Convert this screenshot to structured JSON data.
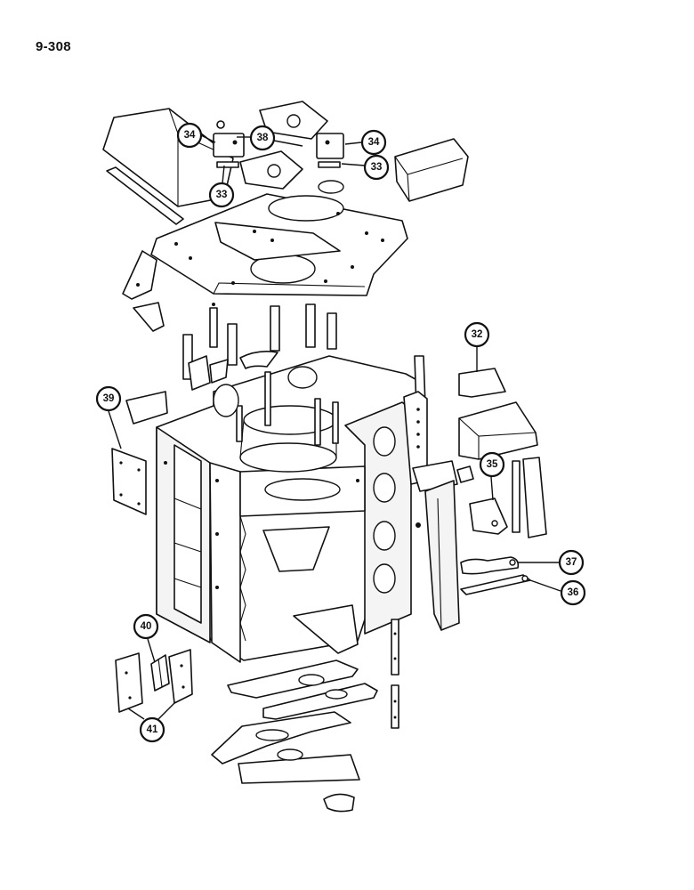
{
  "page": {
    "number": "9-308"
  },
  "callouts": [
    {
      "id": "c34a",
      "label": "34"
    },
    {
      "id": "c38",
      "label": "38"
    },
    {
      "id": "c33a",
      "label": "33"
    },
    {
      "id": "c34b",
      "label": "34"
    },
    {
      "id": "c33b",
      "label": "33"
    },
    {
      "id": "c32",
      "label": "32"
    },
    {
      "id": "c39",
      "label": "39"
    },
    {
      "id": "c35",
      "label": "35"
    },
    {
      "id": "c37",
      "label": "37"
    },
    {
      "id": "c36",
      "label": "36"
    },
    {
      "id": "c40",
      "label": "40"
    },
    {
      "id": "c41",
      "label": "41"
    }
  ]
}
